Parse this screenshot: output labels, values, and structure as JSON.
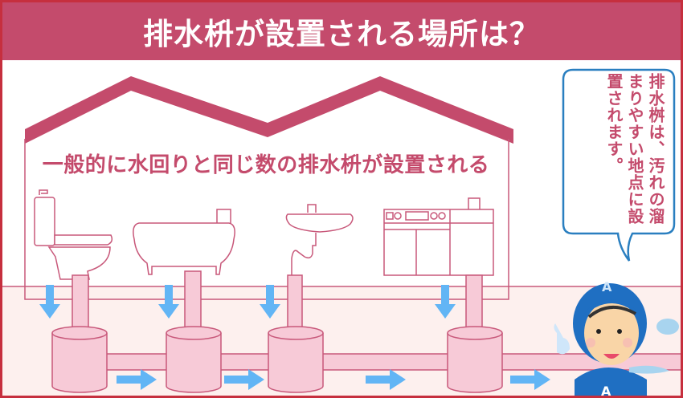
{
  "header": {
    "title": "排水枡が設置される場所は？"
  },
  "diagram": {
    "subtitle": "一般的に水回りと同じ数の排水枡が設置される",
    "fixtures": [
      {
        "name": "toilet"
      },
      {
        "name": "bathtub"
      },
      {
        "name": "washbasin"
      },
      {
        "name": "kitchen"
      }
    ],
    "drain_basins_count": 4
  },
  "speech_bubble": {
    "text": "排水桝は、汚れの溜まりやすい地点に設置されます。"
  },
  "character": {
    "cap_letter": "A",
    "shirt_letter": "A"
  },
  "colors": {
    "header_bg": "#c44b6c",
    "border": "#c62f3e",
    "accent_text": "#c44b6c",
    "pipe_fill": "#f7cad7",
    "pipe_stroke": "#c8587a",
    "arrow": "#62b5f5",
    "ground": "#fdf0ee",
    "bubble_stroke": "#2a7fc0"
  }
}
